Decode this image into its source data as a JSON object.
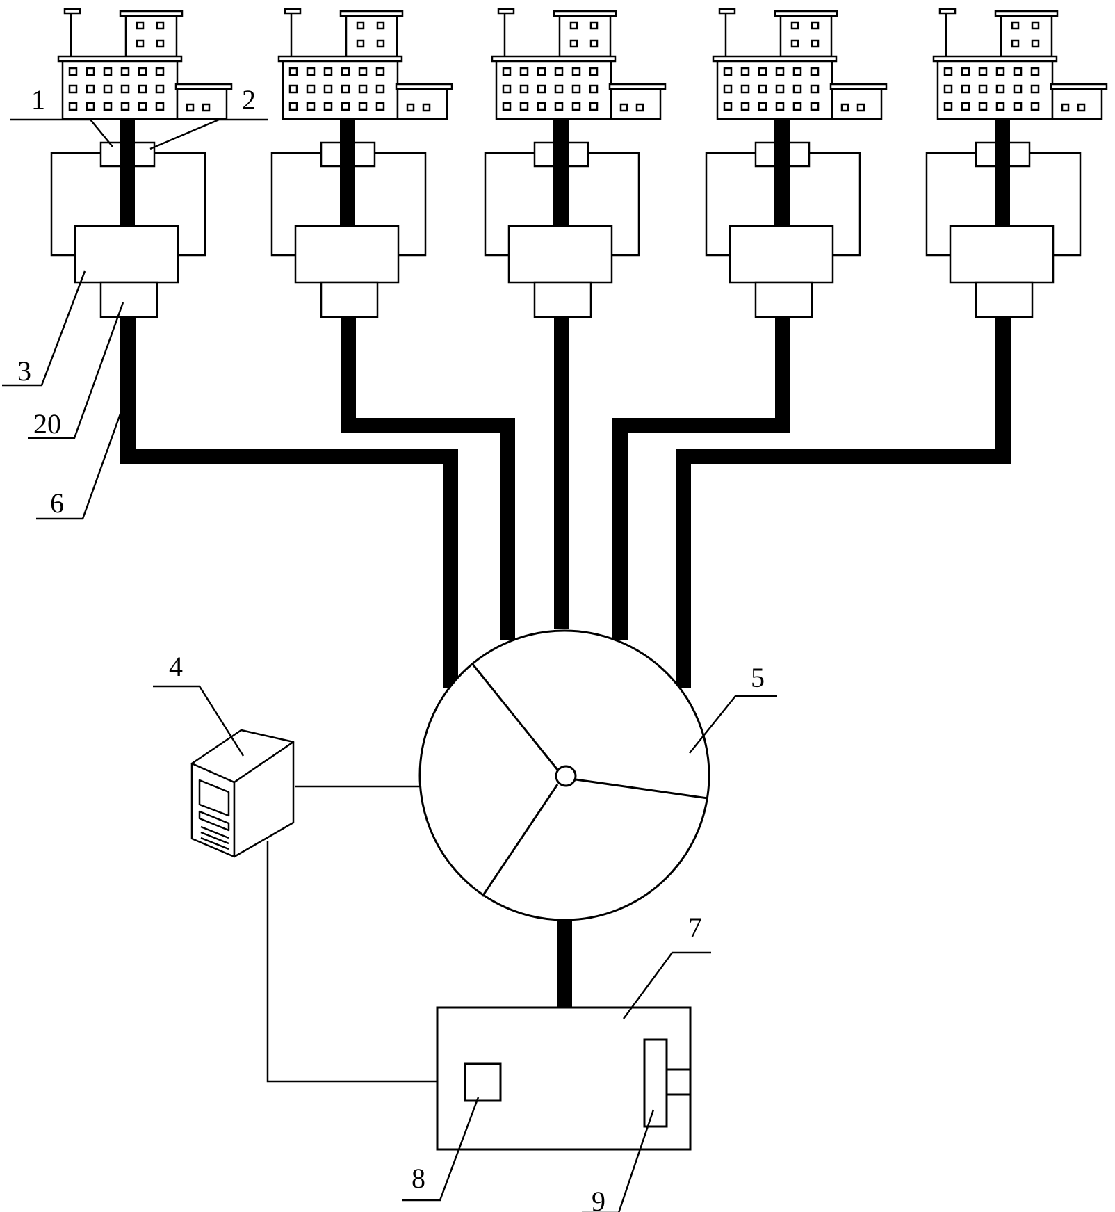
{
  "labels": {
    "l1": "1",
    "l2": "2",
    "l3": "3",
    "l20": "20",
    "l6": "6",
    "l4": "4",
    "l5": "5",
    "l7": "7",
    "l8": "8",
    "l9": "9"
  },
  "colors": {
    "stroke": "#000000",
    "background": "#ffffff"
  }
}
